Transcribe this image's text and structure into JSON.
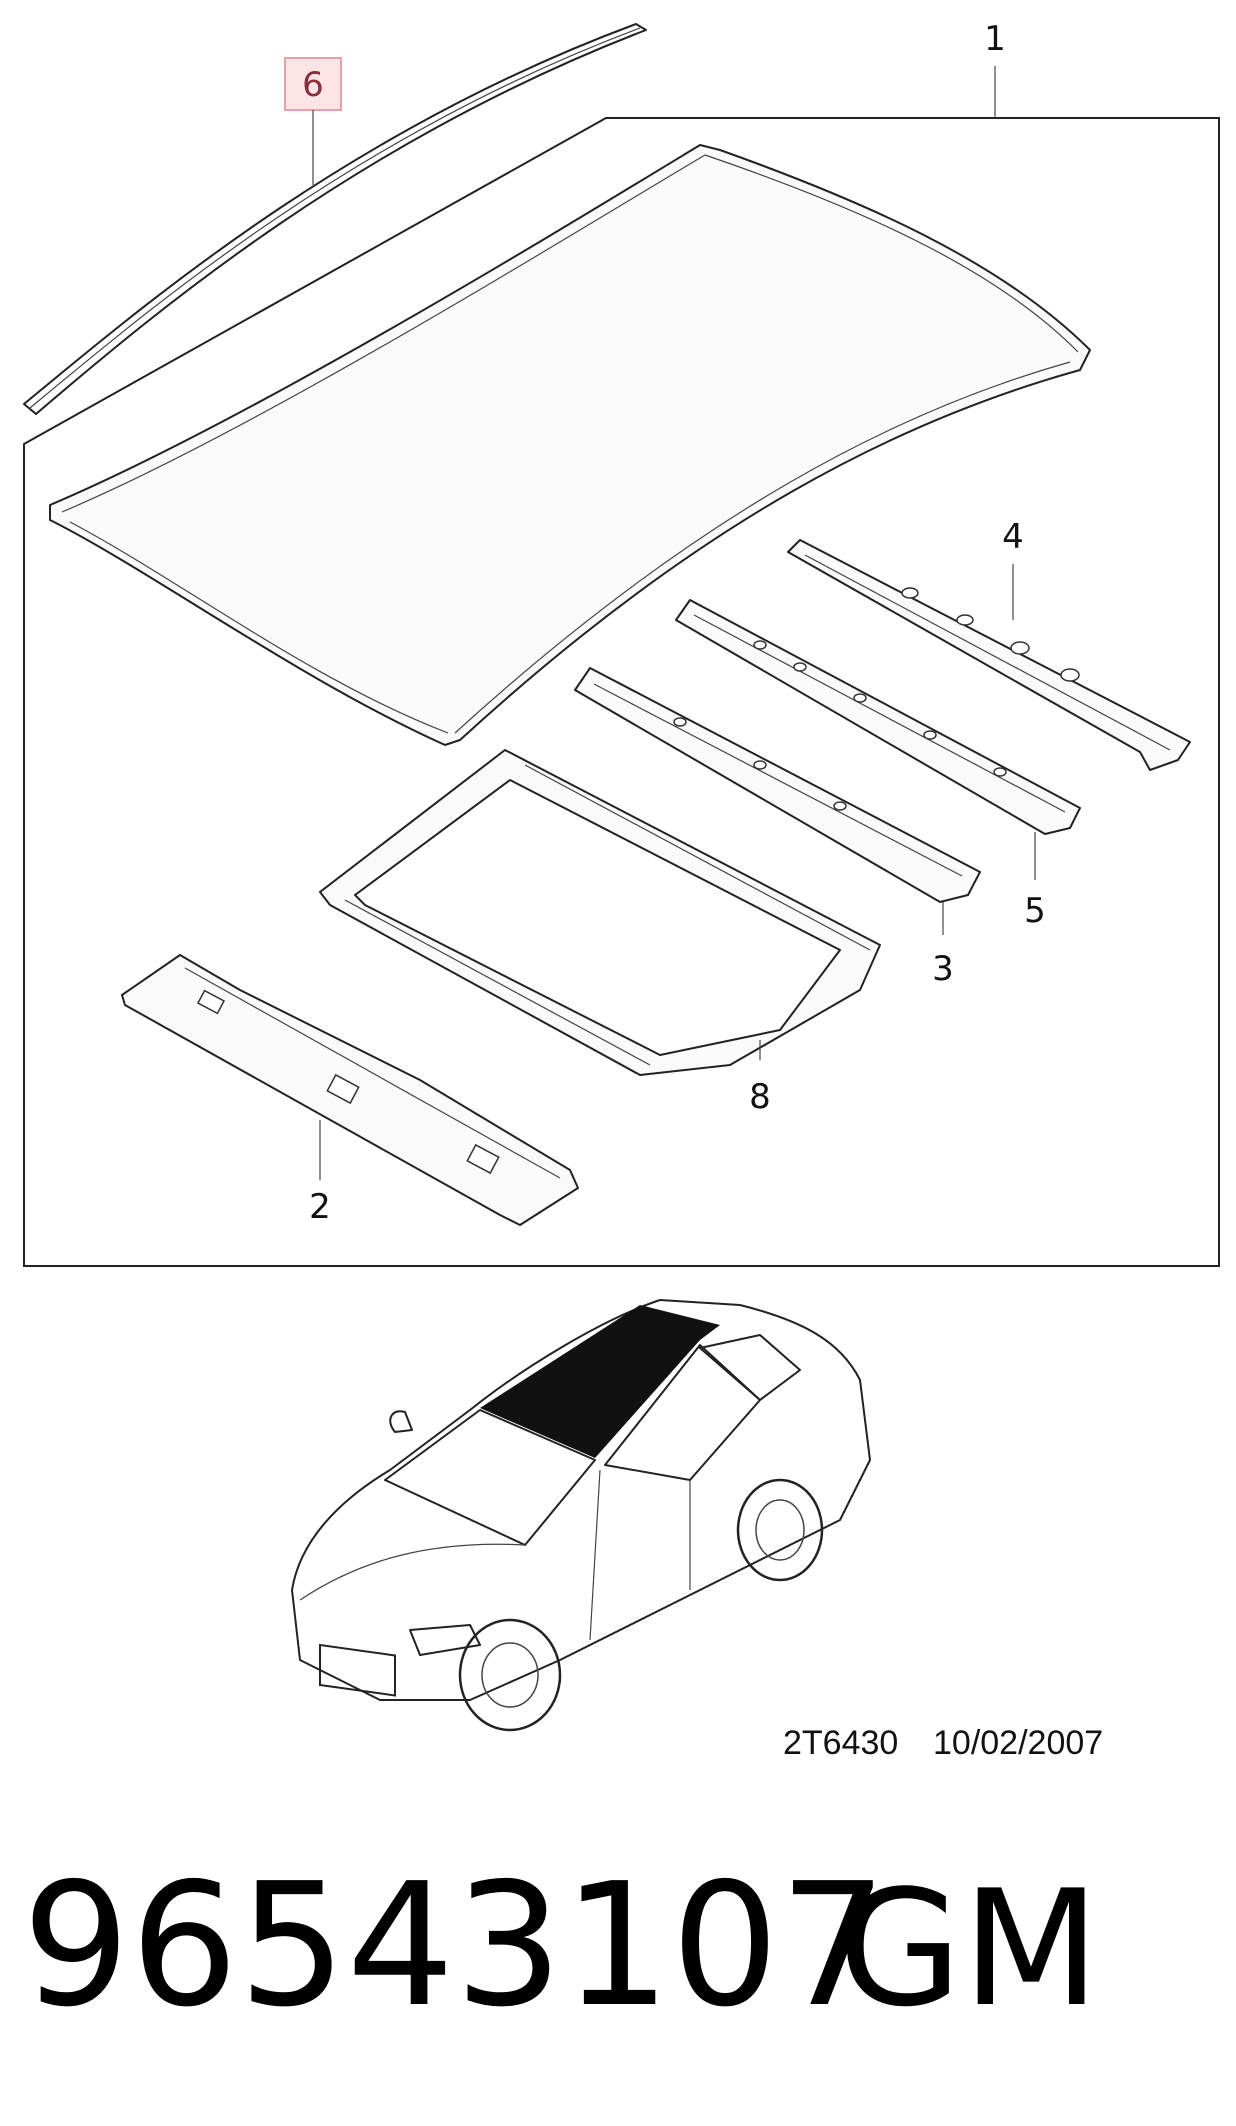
{
  "callouts": {
    "c1": "1",
    "c2": "2",
    "c3": "3",
    "c4": "4",
    "c5": "5",
    "c6": "6",
    "c8": "8"
  },
  "highlight_color": "#e8a0a8",
  "diagram_code": "2T6430",
  "diagram_date": "10/02/2007",
  "part_number": "96543107",
  "brand": "GM"
}
